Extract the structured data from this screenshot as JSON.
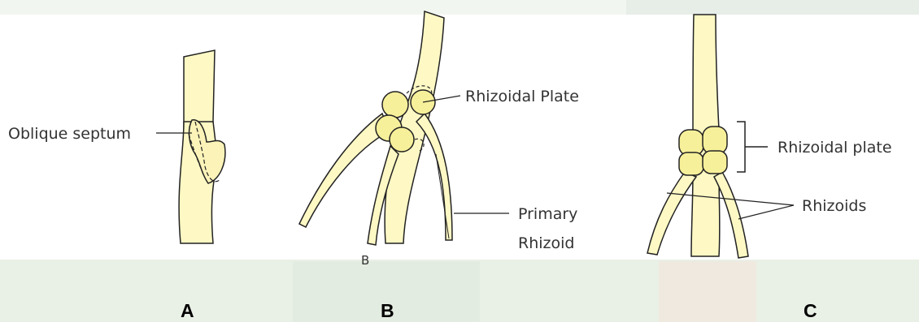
{
  "figure": {
    "panels": [
      {
        "id": "A",
        "label": "A",
        "labels": {
          "septum": "Oblique septum"
        }
      },
      {
        "id": "B",
        "label": "B",
        "labels": {
          "plate": "Rhizoidal Plate",
          "primary_line1": "Primary",
          "primary_line2": "Rhizoid",
          "stray": "B"
        }
      },
      {
        "id": "C",
        "label": "C",
        "labels": {
          "plate": "Rhizoidal plate",
          "rhizoids": "Rhizoids"
        }
      }
    ],
    "colors": {
      "fill": "#fdf8c4",
      "cell": "#f7f09a",
      "stroke": "#222222",
      "background_band": "#e8efe6"
    }
  }
}
